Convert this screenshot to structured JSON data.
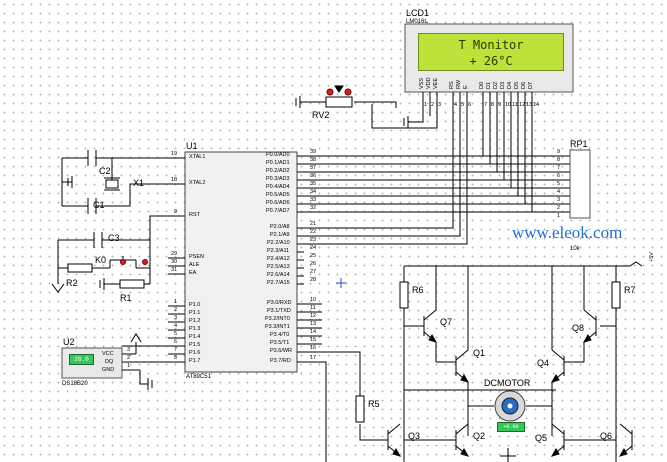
{
  "watermark": "www.eleok.com",
  "lcd": {
    "ref": "LCD1",
    "part": "LM016L",
    "line1": "T Monitor",
    "line2": "+ 26°C",
    "pins": [
      "VSS",
      "VDD",
      "VEE",
      "RS",
      "RW",
      "E",
      "D0",
      "D1",
      "D2",
      "D3",
      "D4",
      "D5",
      "D6",
      "D7"
    ],
    "pin_numbers": [
      "1",
      "2",
      "3",
      "4",
      "5",
      "6",
      "7",
      "8",
      "9",
      "10",
      "11",
      "12",
      "13",
      "14"
    ]
  },
  "mcu": {
    "ref": "U1",
    "part": "AT89C51",
    "left_pins": [
      "XTAL1",
      "XTAL2",
      "RST",
      "PSEN",
      "ALE",
      "EA",
      "P1.0",
      "P1.1",
      "P1.2",
      "P1.3",
      "P1.4",
      "P1.5",
      "P1.6",
      "P1.7"
    ],
    "left_numbers": [
      "19",
      "18",
      "9",
      "29",
      "30",
      "31",
      "1",
      "2",
      "3",
      "4",
      "5",
      "6",
      "7",
      "8"
    ],
    "right_pins": [
      "P0.0/AD0",
      "P0.1/AD1",
      "P0.2/AD2",
      "P0.3/AD3",
      "P0.4/AD4",
      "P0.5/AD5",
      "P0.6/AD6",
      "P0.7/AD7",
      "P2.0/A8",
      "P2.1/A9",
      "P2.2/A10",
      "P2.3/A11",
      "P2.4/A12",
      "P2.5/A13",
      "P2.6/A14",
      "P2.7/A15",
      "P3.0/RXD",
      "P3.1/TXD",
      "P3.2/INT0",
      "P3.3/INT1",
      "P3.4/T0",
      "P3.5/T1",
      "P3.6/WR",
      "P3.7/RD"
    ],
    "right_numbers": [
      "39",
      "38",
      "37",
      "36",
      "35",
      "34",
      "33",
      "32",
      "21",
      "22",
      "23",
      "24",
      "25",
      "26",
      "27",
      "28",
      "10",
      "11",
      "12",
      "13",
      "14",
      "15",
      "16",
      "17"
    ]
  },
  "rp1": {
    "ref": "RP1",
    "value": "10k",
    "pin_numbers": [
      "9",
      "8",
      "7",
      "6",
      "5",
      "4",
      "3",
      "2",
      "1"
    ]
  },
  "ds18b20": {
    "ref": "U2",
    "part": "DS18B20",
    "display": "26.0",
    "pins": [
      "VCC",
      "DQ",
      "GND"
    ],
    "pin_numbers": [
      "3",
      "2",
      "1"
    ]
  },
  "labels": {
    "c1": "C1",
    "c2": "C2",
    "c3": "C3",
    "x1": "X1",
    "r1": "R1",
    "r2": "R2",
    "k0": "K0",
    "rv2": "RV2",
    "r5": "R5",
    "r6": "R6",
    "r7": "R7",
    "q1": "Q1",
    "q2": "Q2",
    "q3": "Q3",
    "q4": "Q4",
    "q5": "Q5",
    "q6": "Q6",
    "q7": "Q7",
    "q8": "Q8",
    "motor": "DCMOTOR",
    "motor_display": "+0.00",
    "vcc_arrow": "+5V"
  }
}
